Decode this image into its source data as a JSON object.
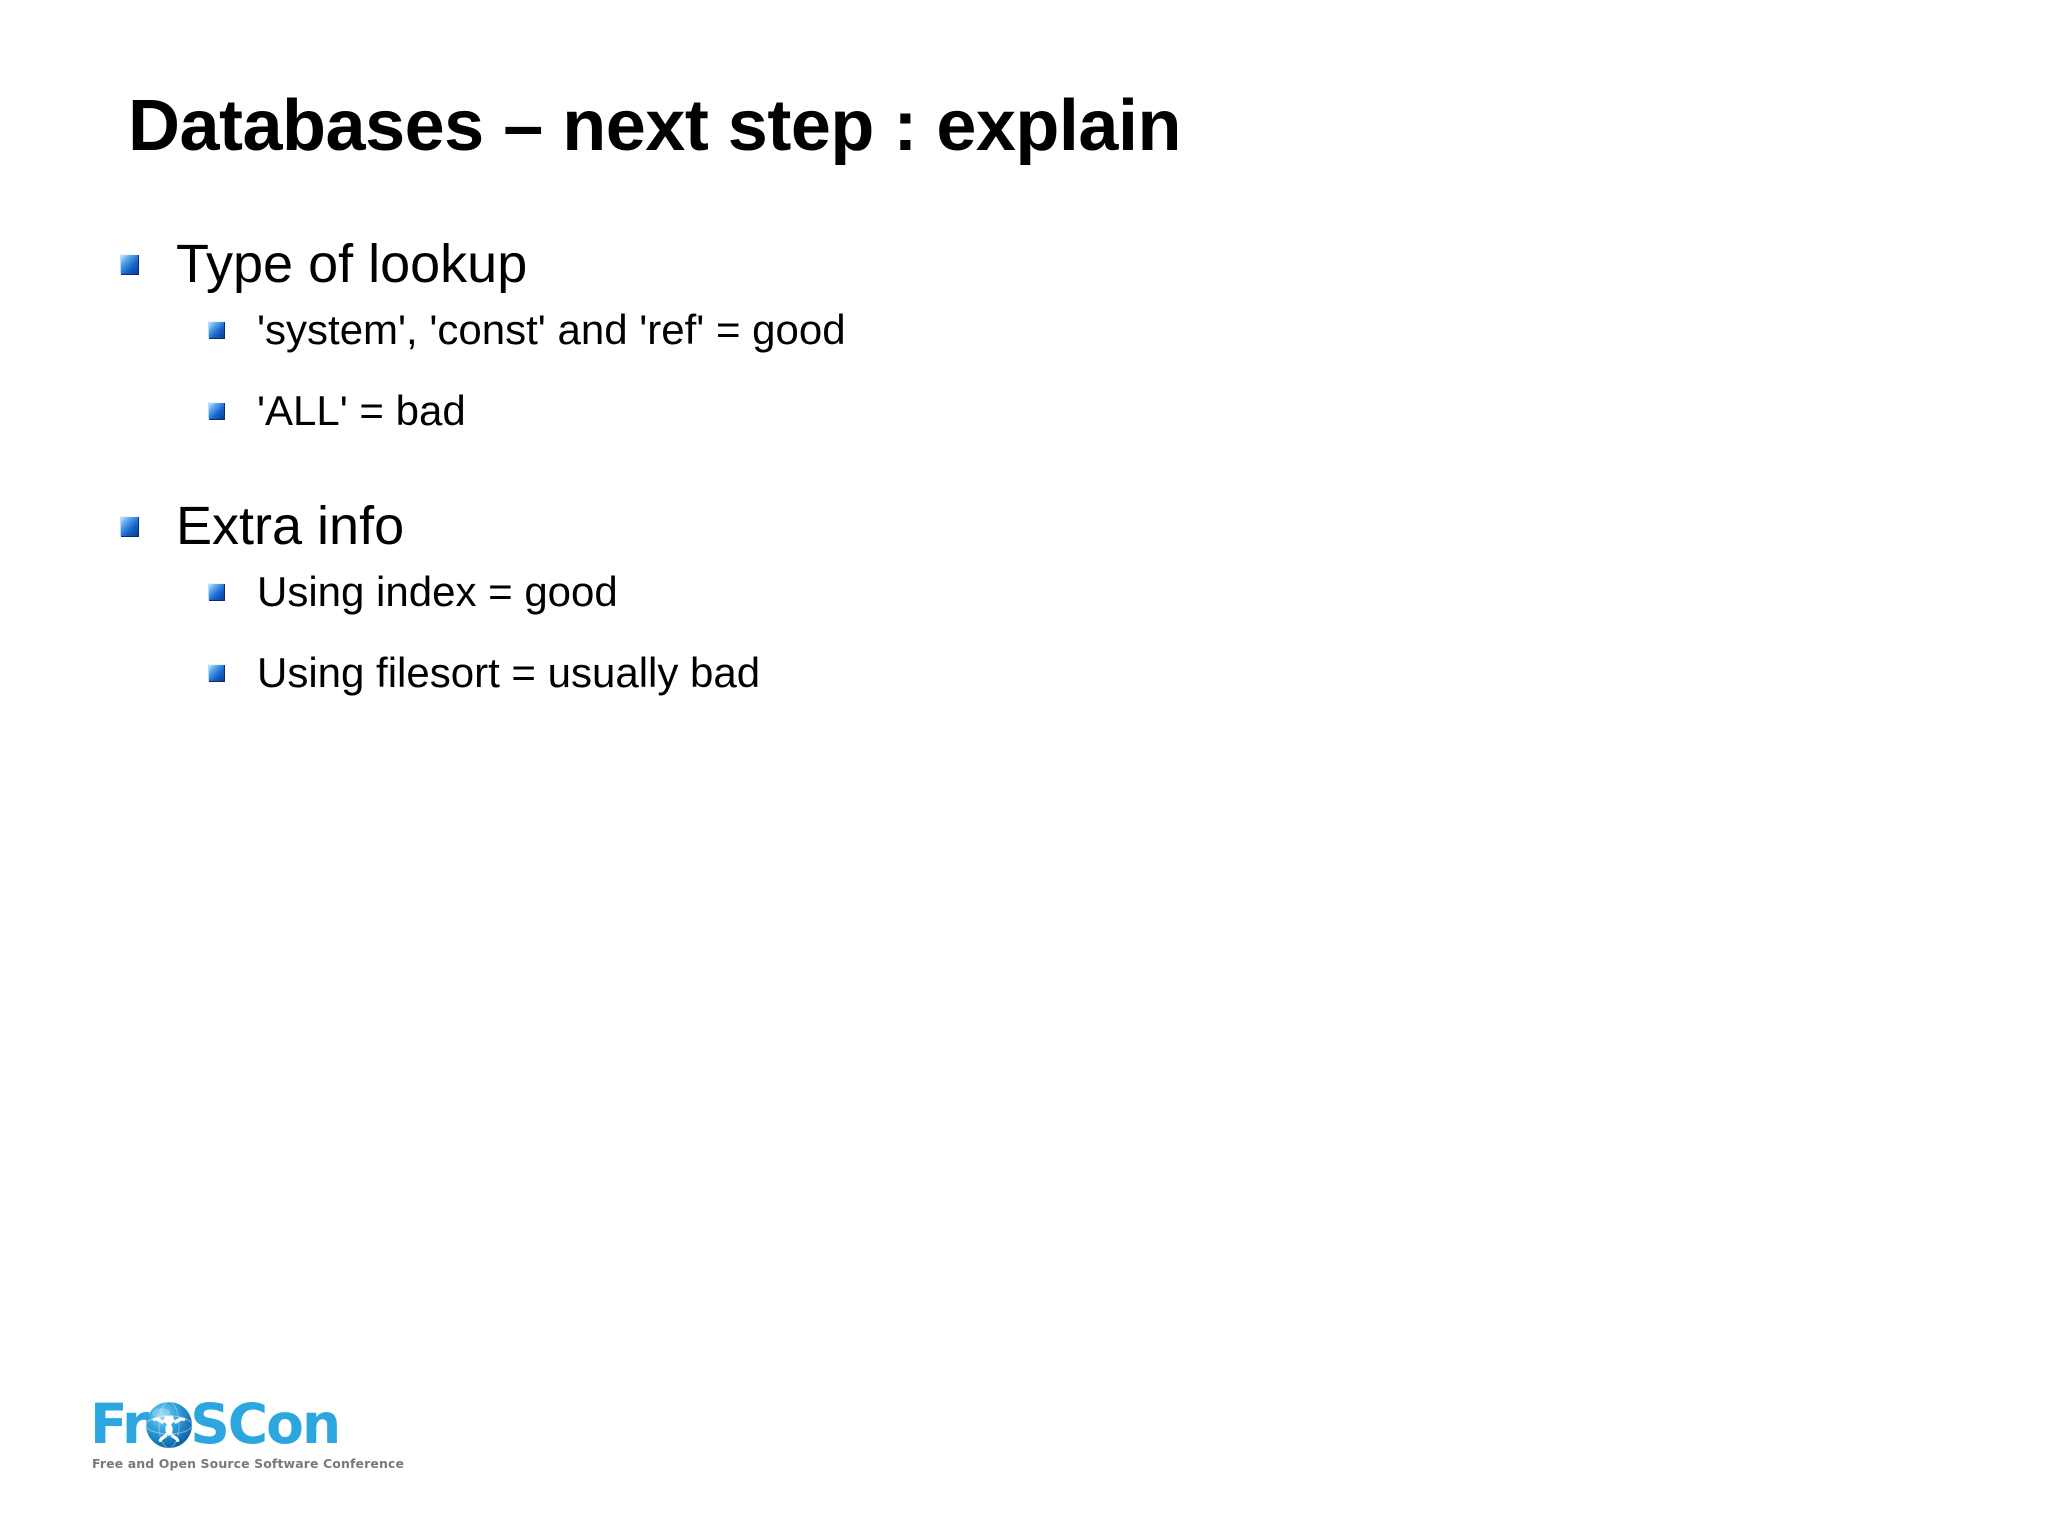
{
  "slide": {
    "title": "Databases – next step : explain",
    "background_color": "#ffffff",
    "text_color": "#000000",
    "bullet_color": "#1664cd"
  },
  "content": {
    "groups": [
      {
        "heading": "Type of lookup",
        "items": [
          "'system', 'const' and 'ref' = good",
          "'ALL' = bad"
        ]
      },
      {
        "heading": "Extra info",
        "items": [
          "Using index = good",
          "Using filesort = usually bad"
        ]
      }
    ]
  },
  "logo": {
    "name": "froscon-logo",
    "word_first": "Fr",
    "word_last": "SCon",
    "globe_icon": "globe-frog-icon",
    "tagline": "Free and Open Source Software Conference",
    "brand_color": "#2BA6DE",
    "tagline_color": "#7a7a7a"
  }
}
